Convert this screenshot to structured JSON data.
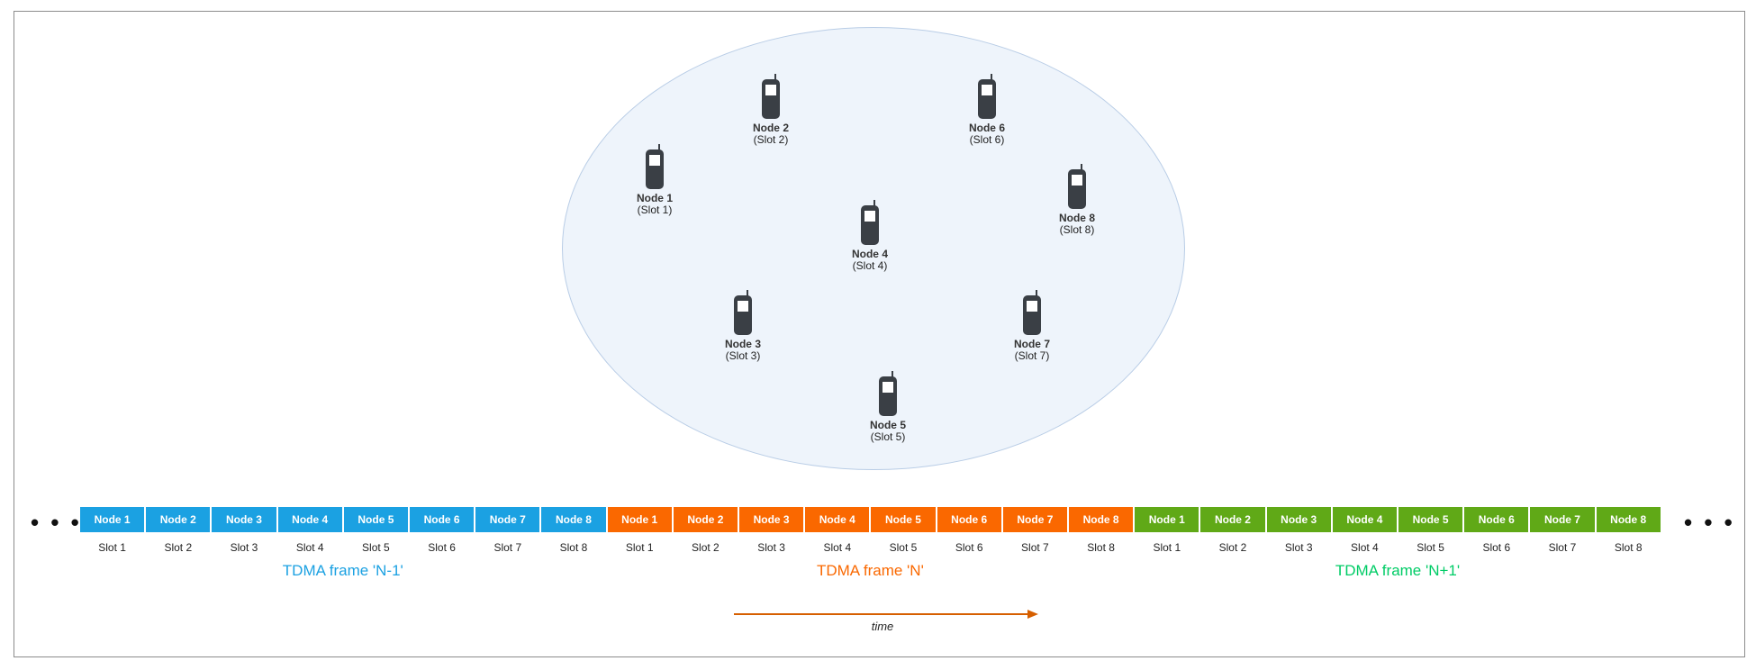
{
  "colors": {
    "frame_prev": "#1ba1e2",
    "frame_curr": "#fa6800",
    "frame_next": "#60a917",
    "label_prev": "#1ba1e2",
    "label_curr": "#fa6800",
    "label_next": "#00cc66",
    "arrow": "#d65f00",
    "phone": "#3a3f45"
  },
  "icons": {
    "phone": "mobile-phone-icon"
  },
  "nodes": [
    {
      "name": "Node 1",
      "slot": "(Slot 1)"
    },
    {
      "name": "Node 2",
      "slot": "(Slot 2)"
    },
    {
      "name": "Node 3",
      "slot": "(Slot 3)"
    },
    {
      "name": "Node 4",
      "slot": "(Slot 4)"
    },
    {
      "name": "Node 5",
      "slot": "(Slot 5)"
    },
    {
      "name": "Node 6",
      "slot": "(Slot 6)"
    },
    {
      "name": "Node 7",
      "slot": "(Slot 7)"
    },
    {
      "name": "Node 8",
      "slot": "(Slot 8)"
    }
  ],
  "ellipsis": "• • •",
  "frames": [
    {
      "label": "TDMA frame 'N-1'",
      "cells": [
        "Node 1",
        "Node 2",
        "Node 3",
        "Node 4",
        "Node 5",
        "Node 6",
        "Node 7",
        "Node 8"
      ],
      "slots": [
        "Slot 1",
        "Slot 2",
        "Slot 3",
        "Slot 4",
        "Slot 5",
        "Slot 6",
        "Slot 7",
        "Slot 8"
      ]
    },
    {
      "label": "TDMA frame 'N'",
      "cells": [
        "Node 1",
        "Node 2",
        "Node 3",
        "Node 4",
        "Node 5",
        "Node 6",
        "Node 7",
        "Node 8"
      ],
      "slots": [
        "Slot 1",
        "Slot 2",
        "Slot 3",
        "Slot 4",
        "Slot 5",
        "Slot 6",
        "Slot 7",
        "Slot 8"
      ]
    },
    {
      "label": "TDMA frame 'N+1'",
      "cells": [
        "Node 1",
        "Node 2",
        "Node 3",
        "Node 4",
        "Node 5",
        "Node 6",
        "Node 7",
        "Node 8"
      ],
      "slots": [
        "Slot 1",
        "Slot 2",
        "Slot 3",
        "Slot 4",
        "Slot 5",
        "Slot 6",
        "Slot 7",
        "Slot 8"
      ]
    }
  ],
  "time_label": "time"
}
